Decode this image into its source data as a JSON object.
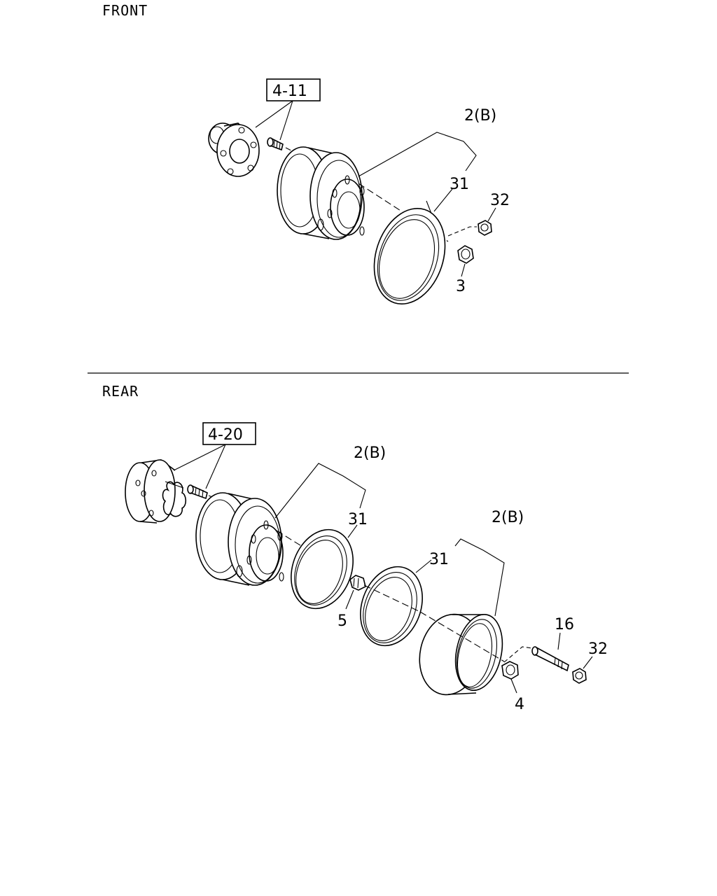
{
  "sections": {
    "front": {
      "title": "FRONT"
    },
    "rear": {
      "title": "REAR"
    }
  },
  "front": {
    "ref_box": "4-11",
    "callouts": {
      "wheel": "2(B)",
      "ring": "31",
      "nut_outer": "32",
      "nut": "3"
    }
  },
  "rear": {
    "ref_box": "4-20",
    "callouts": {
      "wheel_inner": "2(B)",
      "ring_inner": "31",
      "ring_outer": "31",
      "wheel_outer": "2(B)",
      "inner_nut": "5",
      "stud": "16",
      "nut_outer": "32",
      "nut": "4"
    }
  },
  "colors": {
    "ink": "#000000",
    "paper": "#ffffff"
  }
}
